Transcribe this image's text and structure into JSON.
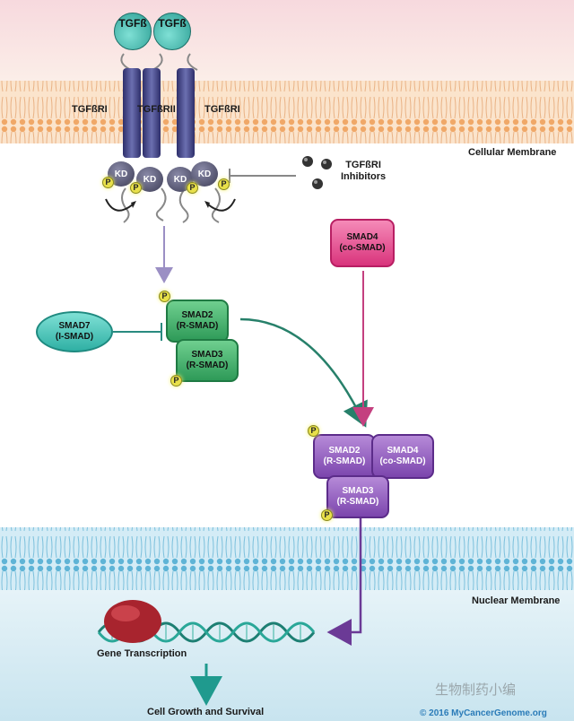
{
  "ligands": [
    "TGFß",
    "TGFß"
  ],
  "receptors": {
    "left": "TGFßRI",
    "middle": "TGFßRII",
    "right": "TGFßRI"
  },
  "kinase_domain": "KD",
  "phospho": "P",
  "membranes": {
    "cellular": "Cellular Membrane",
    "nuclear": "Nuclear Membrane"
  },
  "inhibitor": {
    "line1": "TGFßRI",
    "line2": "Inhibitors"
  },
  "smad4_free": {
    "line1": "SMAD4",
    "line2": "(co-SMAD)"
  },
  "smad7": {
    "line1": "SMAD7",
    "line2": "(I-SMAD)"
  },
  "rsmad_pair": [
    {
      "line1": "SMAD2",
      "line2": "(R-SMAD)"
    },
    {
      "line1": "SMAD3",
      "line2": "(R-SMAD)"
    }
  ],
  "complex": [
    {
      "line1": "SMAD2",
      "line2": "(R-SMAD)"
    },
    {
      "line1": "SMAD4",
      "line2": "(co-SMAD)"
    },
    {
      "line1": "SMAD3",
      "line2": "(R-SMAD)"
    }
  ],
  "gene_transcription": "Gene Transcription",
  "outcome": "Cell Growth and Survival",
  "watermark": "生物制药小编",
  "copyright": "© 2016 MyCancerGenome.org",
  "colors": {
    "smad_green": "#3db36a",
    "smad_purple": "#8e58bf",
    "smad4_pink": "#e24d8f",
    "teal": "#2fb0a4",
    "membrane_orange": "#f6c79a",
    "nucleus_blue": "#cfe8f2"
  }
}
